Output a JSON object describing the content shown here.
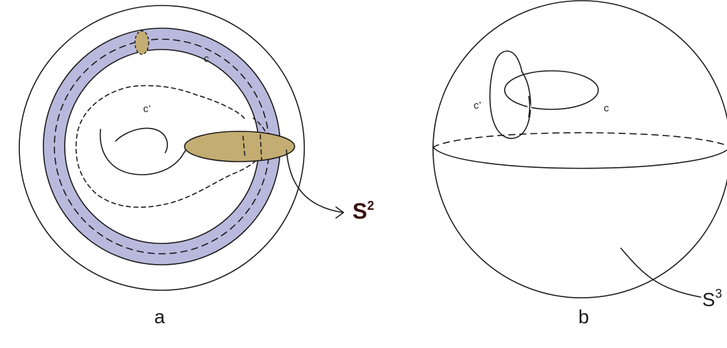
{
  "panels": {
    "a": {
      "label": "a",
      "curve_c_label": "c",
      "curve_c_prime_label": "c’",
      "sphere_label_base": "S",
      "sphere_label_exp": "2"
    },
    "b": {
      "label": "b",
      "curve_c_label": "c",
      "curve_c_prime_label": "c’",
      "sphere_label_base": "S",
      "sphere_label_exp": "3"
    }
  },
  "colors": {
    "torus_fill": "#b9b9dd",
    "disk_fill": "#c4ad72",
    "s2_label": "#3a0f0f",
    "line": "#1a1a1a"
  }
}
